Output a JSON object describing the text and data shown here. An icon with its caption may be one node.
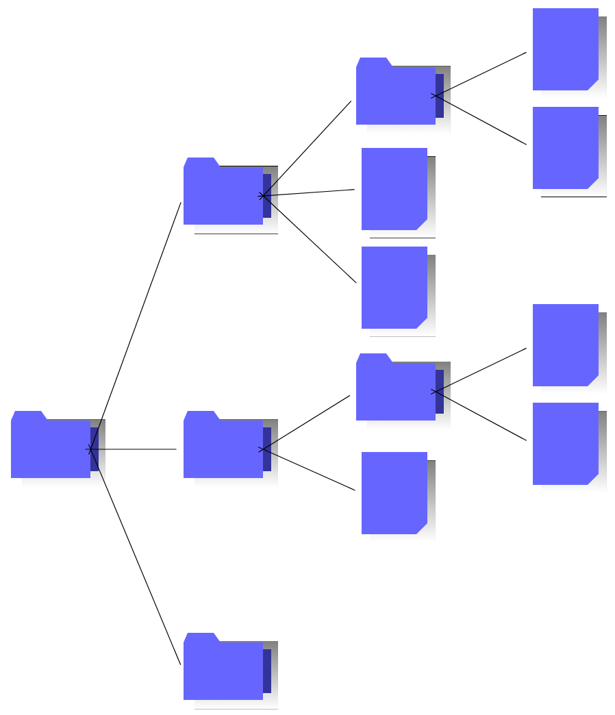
{
  "diagram": {
    "nodes": [
      {
        "text": [],
        "shape": "folder"
      },
      {
        "text": [],
        "shape": "folder"
      },
      {
        "text": [],
        "shape": "folder"
      },
      {
        "text": [],
        "shape": "folder"
      },
      {
        "text": [],
        "shape": "folder"
      },
      {
        "text": [],
        "shape": "document"
      },
      {
        "text": [],
        "shape": "document"
      },
      {
        "text": [],
        "shape": "folder"
      },
      {
        "text": [],
        "shape": "document"
      },
      {
        "text": [],
        "shape": "document"
      },
      {
        "text": [],
        "shape": "document"
      },
      {
        "text": [],
        "shape": "document"
      },
      {
        "text": [],
        "shape": "document"
      }
    ],
    "edges": [
      {
        "from": 0,
        "to": 1,
        "arrow": "none"
      },
      {
        "from": 0,
        "to": 2,
        "arrow": "none"
      },
      {
        "from": 0,
        "to": 3,
        "arrow": "none"
      },
      {
        "from": 1,
        "to": 4,
        "arrow": "none"
      },
      {
        "from": 1,
        "to": 5,
        "arrow": "none"
      },
      {
        "from": 1,
        "to": 6,
        "arrow": "none"
      },
      {
        "from": 2,
        "to": 7,
        "arrow": "none"
      },
      {
        "from": 2,
        "to": 8,
        "arrow": "none"
      },
      {
        "from": 4,
        "to": 9,
        "arrow": "none"
      },
      {
        "from": 4,
        "to": 10,
        "arrow": "none"
      },
      {
        "from": 7,
        "to": 11,
        "arrow": "none"
      },
      {
        "from": 7,
        "to": 12,
        "arrow": "none"
      }
    ]
  }
}
